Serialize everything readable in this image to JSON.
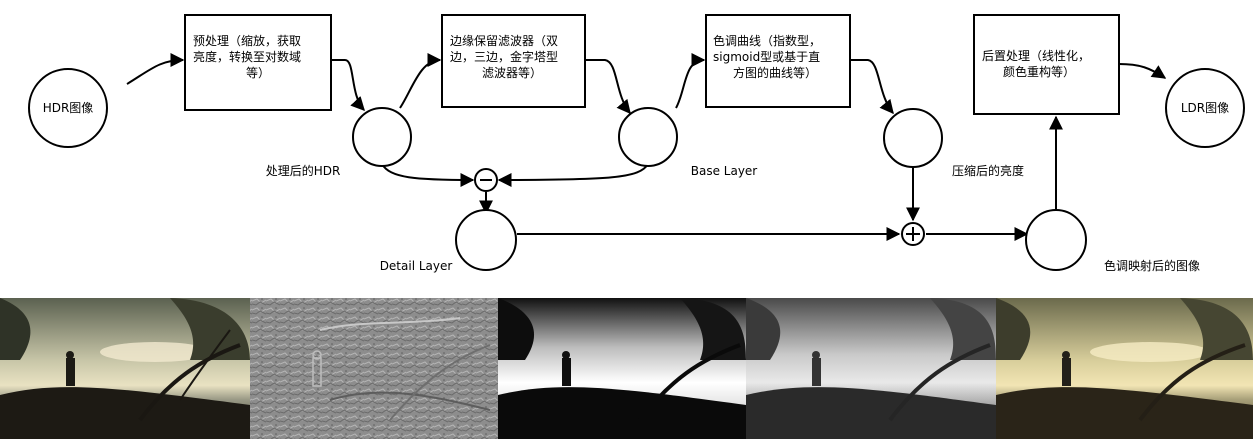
{
  "nodes": {
    "hdr_input": "HDR图像",
    "ldr_output": "LDR图像"
  },
  "boxes": {
    "preprocess": [
      "预处理（缩放，获取",
      "亮度，转换至对数域",
      "等）"
    ],
    "edge_filter": [
      "边缘保留滤波器（双",
      "边，三边，金字塔型",
      "滤波器等）"
    ],
    "tone_curve": [
      "色调曲线（指数型，",
      "sigmoid型或基于直",
      "方图的曲线等）"
    ],
    "postprocess": [
      "后置处理（线性化，",
      "颜色重构等）"
    ]
  },
  "labels": {
    "processed_hdr": "处理后的HDR",
    "base_layer": "Base Layer",
    "compressed_luminance": "压缩后的亮度",
    "detail_layer": "Detail Layer",
    "tone_mapped_image": "色调映射后的图像"
  },
  "operators": {
    "subtract": "minus",
    "add": "plus"
  },
  "image_strip": {
    "panels": [
      {
        "name": "original-hdr-photo",
        "style": "color"
      },
      {
        "name": "detail-layer-photo",
        "style": "gray-relief"
      },
      {
        "name": "luminance-photo",
        "style": "grayscale-high-contrast"
      },
      {
        "name": "compressed-luminance-photo",
        "style": "grayscale-soft"
      },
      {
        "name": "tone-mapped-photo",
        "style": "color-warm"
      }
    ]
  },
  "colors": {
    "line": "#000000",
    "background": "#ffffff"
  }
}
